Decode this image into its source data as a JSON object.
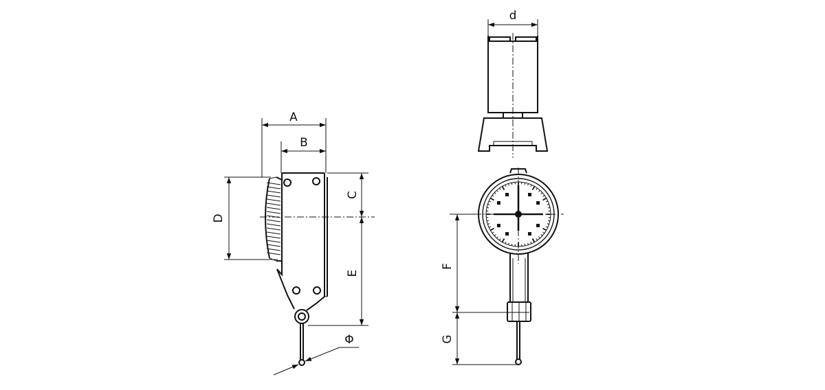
{
  "diagram": {
    "labels": {
      "A": "A",
      "B": "B",
      "C": "C",
      "D": "D",
      "E": "E",
      "F": "F",
      "G": "G",
      "d": "d",
      "phi": "Φ"
    }
  }
}
